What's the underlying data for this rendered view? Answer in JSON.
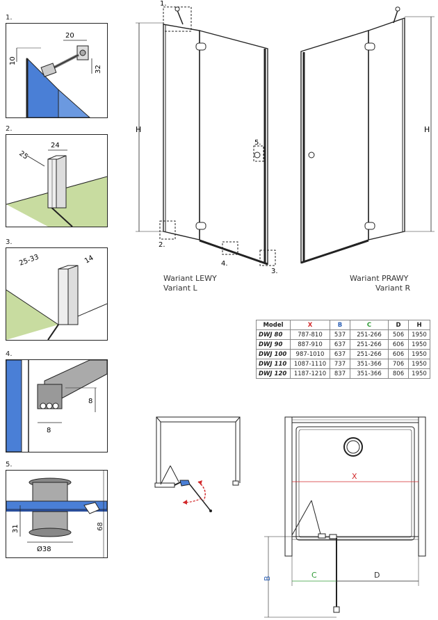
{
  "details": [
    {
      "label": "1.",
      "dims": [
        "20",
        "10",
        "32"
      ]
    },
    {
      "label": "2.",
      "dims": [
        "25",
        "24"
      ]
    },
    {
      "label": "3.",
      "dims": [
        "25-33",
        "14"
      ]
    },
    {
      "label": "4.",
      "dims": [
        "8",
        "8"
      ]
    },
    {
      "label": "5.",
      "dims": [
        "31",
        "Ø38",
        "68"
      ]
    }
  ],
  "drawings": {
    "left": {
      "caption1": "Wariant LEWY",
      "caption2": "Variant L",
      "height_label": "H",
      "callouts": [
        "1.",
        "2.",
        "3.",
        "4.",
        "5."
      ]
    },
    "right": {
      "caption1": "Wariant PRAWY",
      "caption2": "Variant R",
      "height_label": "H"
    }
  },
  "table": {
    "headers": [
      "Model",
      "X",
      "B",
      "C",
      "D",
      "H"
    ],
    "header_colors": [
      "#000000",
      "#d2282a",
      "#2e61b5",
      "#2f9a35",
      "#333333",
      "#333333"
    ],
    "rows": [
      [
        "DWJ 80",
        "787-810",
        "537",
        "251-266",
        "506",
        "1950"
      ],
      [
        "DWJ 90",
        "887-910",
        "637",
        "251-266",
        "606",
        "1950"
      ],
      [
        "DWJ 100",
        "987-1010",
        "637",
        "251-266",
        "606",
        "1950"
      ],
      [
        "DWJ 110",
        "1087-1110",
        "737",
        "351-366",
        "706",
        "1950"
      ],
      [
        "DWJ 120",
        "1187-1210",
        "837",
        "351-366",
        "806",
        "1950"
      ]
    ]
  },
  "plan": {
    "x_label": "X",
    "b_label": "B",
    "c_label": "C",
    "d_label": "D"
  },
  "colors": {
    "glass": "#3b6fd1",
    "floor": "#c8dca0",
    "x": "#d2282a",
    "b": "#2e61b5",
    "c": "#2f9a35",
    "arrow": "#d2282a"
  }
}
